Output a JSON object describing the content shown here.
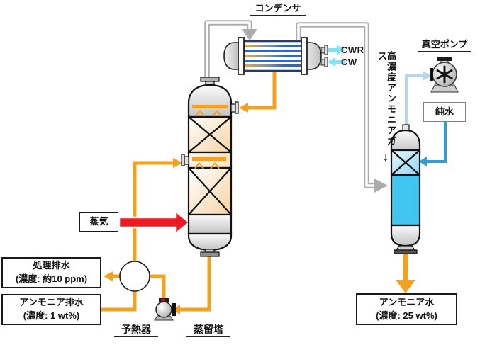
{
  "labels": {
    "condenser": "コンデンサ",
    "vacuum_pump": "真空ポンプ",
    "pure_water": "純水",
    "steam": "蒸気",
    "preheater": "予熱器",
    "distillation_column": "蒸留塔",
    "cwr": "CWR",
    "cw": "CW",
    "high_conc_ammonia_gas": "高濃度アンモニアガス",
    "gas_flow_arrow": "↓"
  },
  "boxes": {
    "treated_water": {
      "line1": "処理排水",
      "line2": "(濃度: 約10 ppm)"
    },
    "ammonia_wastewater": {
      "line1": "アンモニア排水",
      "line2": "(濃度: 1 wt%)"
    },
    "ammonia_water": {
      "line1": "アンモニア水",
      "line2": "(濃度: 25 wt%)"
    }
  },
  "colors": {
    "pipe_orange": "#F5A11F",
    "steam_red": "#EB1B23",
    "vapor_gray": "#ACACAC",
    "cooling_cyan": "#7CE5EF",
    "pure_water_blue": "#2B9FDC",
    "vacuum_pale_blue": "#B5D7EB",
    "absorber_liquid_blue": "#41C6F2"
  }
}
